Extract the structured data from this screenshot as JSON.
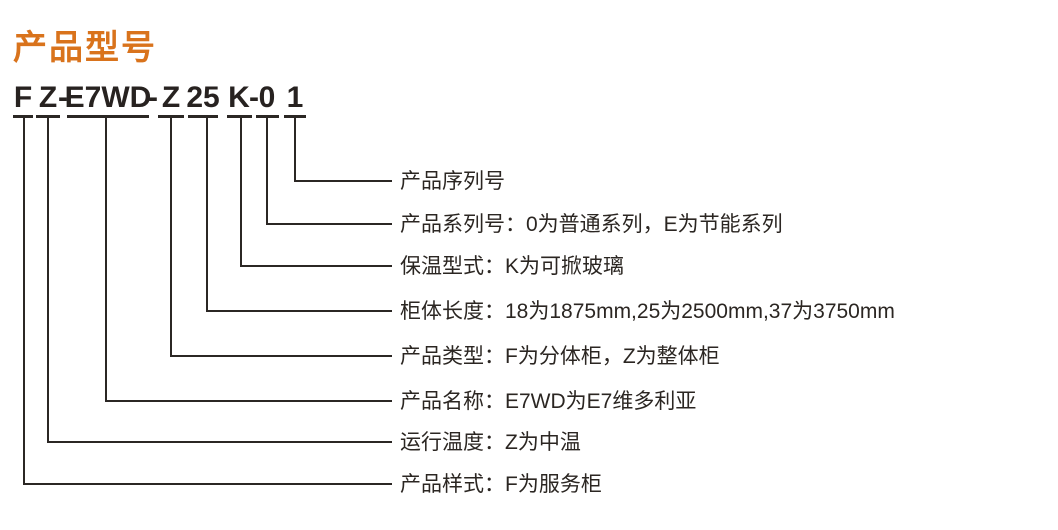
{
  "page": {
    "title": "产品型号"
  },
  "model_code": {
    "full": "F Z-E7WD-Z 25 K-0 1",
    "segments": [
      {
        "id": "product-style-code",
        "text": "F"
      },
      {
        "id": "running-temp-code",
        "text": "Z"
      },
      {
        "id": "dash-1",
        "text": "-"
      },
      {
        "id": "product-name-code",
        "text": "E7WD"
      },
      {
        "id": "dash-2",
        "text": "-"
      },
      {
        "id": "product-type-code",
        "text": "Z"
      },
      {
        "id": "cabinet-length-code",
        "text": "25"
      },
      {
        "id": "insulation-type-code",
        "text": "K"
      },
      {
        "id": "dash-3",
        "text": "-"
      },
      {
        "id": "product-series-code",
        "text": "0"
      },
      {
        "id": "product-serial-code",
        "text": "1"
      }
    ]
  },
  "legend": [
    {
      "code": "1",
      "label": "产品序列号"
    },
    {
      "code": "0",
      "label": "产品系列号：0为普通系列，E为节能系列"
    },
    {
      "code": "K",
      "label": "保温型式：K为可掀玻璃"
    },
    {
      "code": "25",
      "label": "柜体长度：18为1875mm,25为2500mm,37为3750mm"
    },
    {
      "code": "Z",
      "label": "产品类型：F为分体柜，Z为整体柜"
    },
    {
      "code": "E7WD",
      "label": "产品名称：E7WD为E7维多利亚"
    },
    {
      "code": "Z",
      "label": "运行温度：Z为中温"
    },
    {
      "code": "F",
      "label": "产品样式：F为服务柜"
    }
  ],
  "colors": {
    "accent_orange": "#d9731c",
    "ink": "#2b2622"
  }
}
